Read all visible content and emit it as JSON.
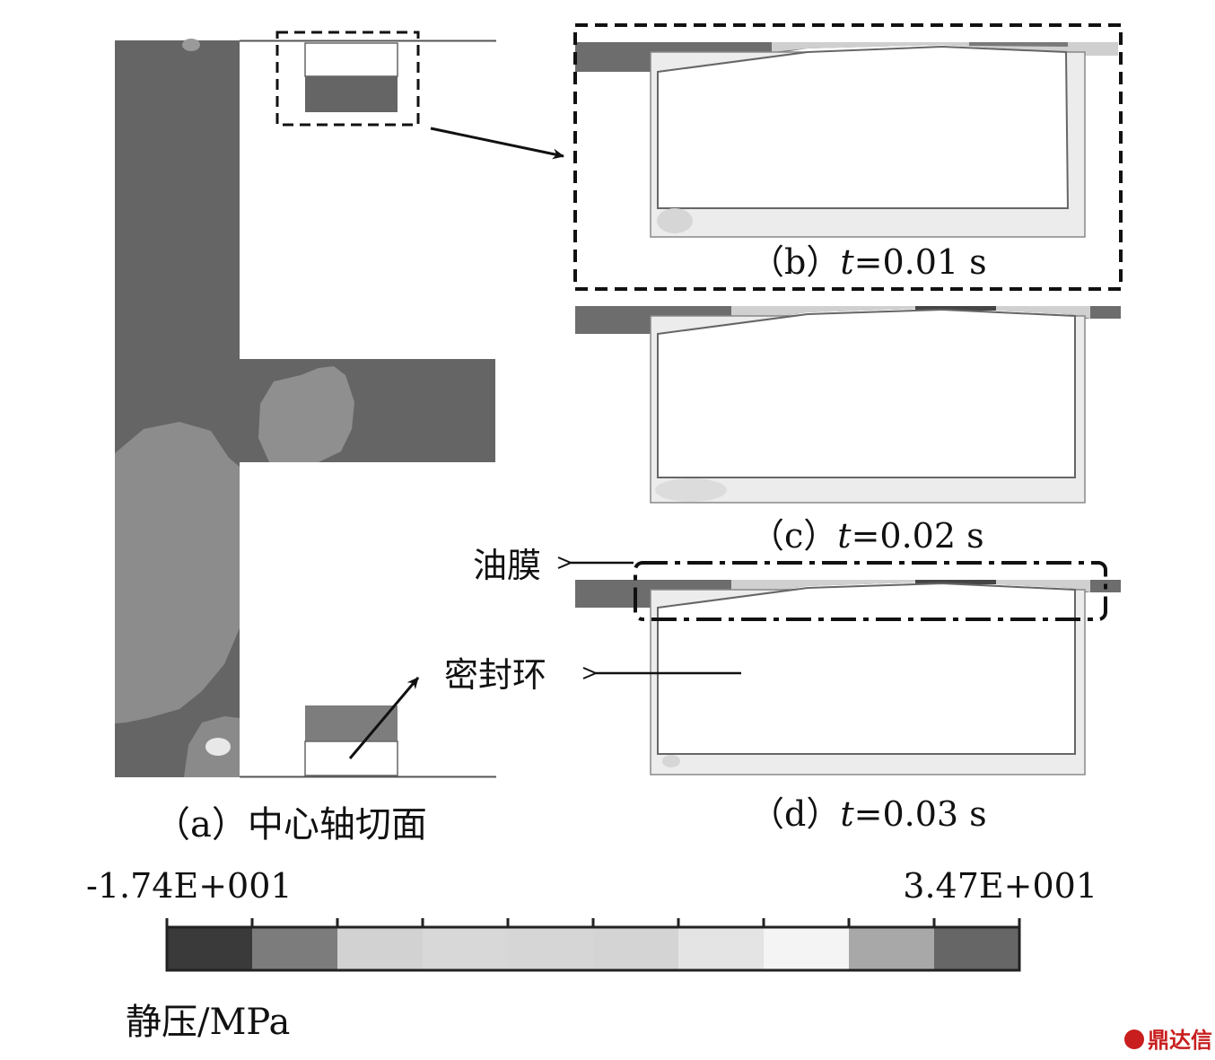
{
  "panels": {
    "a": {
      "prefix": "（a）",
      "title": "中心轴切面"
    },
    "b": {
      "prefix": "（b）",
      "t": "t",
      "value": "=0.01 s"
    },
    "c": {
      "prefix": "（c）",
      "t": "t",
      "value": "=0.02 s"
    },
    "d": {
      "prefix": "（d）",
      "t": "t",
      "value": "=0.03 s"
    }
  },
  "annotations": {
    "oil_film": "油膜",
    "seal_ring": "密封环"
  },
  "colorbar": {
    "min_label": "-1.74E+001",
    "max_label": "3.47E+001",
    "title": "静压/MPa",
    "min": -17.4,
    "max": 34.7,
    "levels": [
      "#3a3a3a",
      "#7c7c7c",
      "#d2d2d2",
      "#d8d8d8",
      "#d6d6d6",
      "#d4d4d4",
      "#e4e4e4",
      "#f4f4f4",
      "#a8a8a8",
      "#666666"
    ]
  },
  "watermark": "鼎达信",
  "colors": {
    "dark_fluid": "#656565",
    "mid_fluid": "#8c8c8c",
    "light_fluid": "#b4b4b4"
  }
}
